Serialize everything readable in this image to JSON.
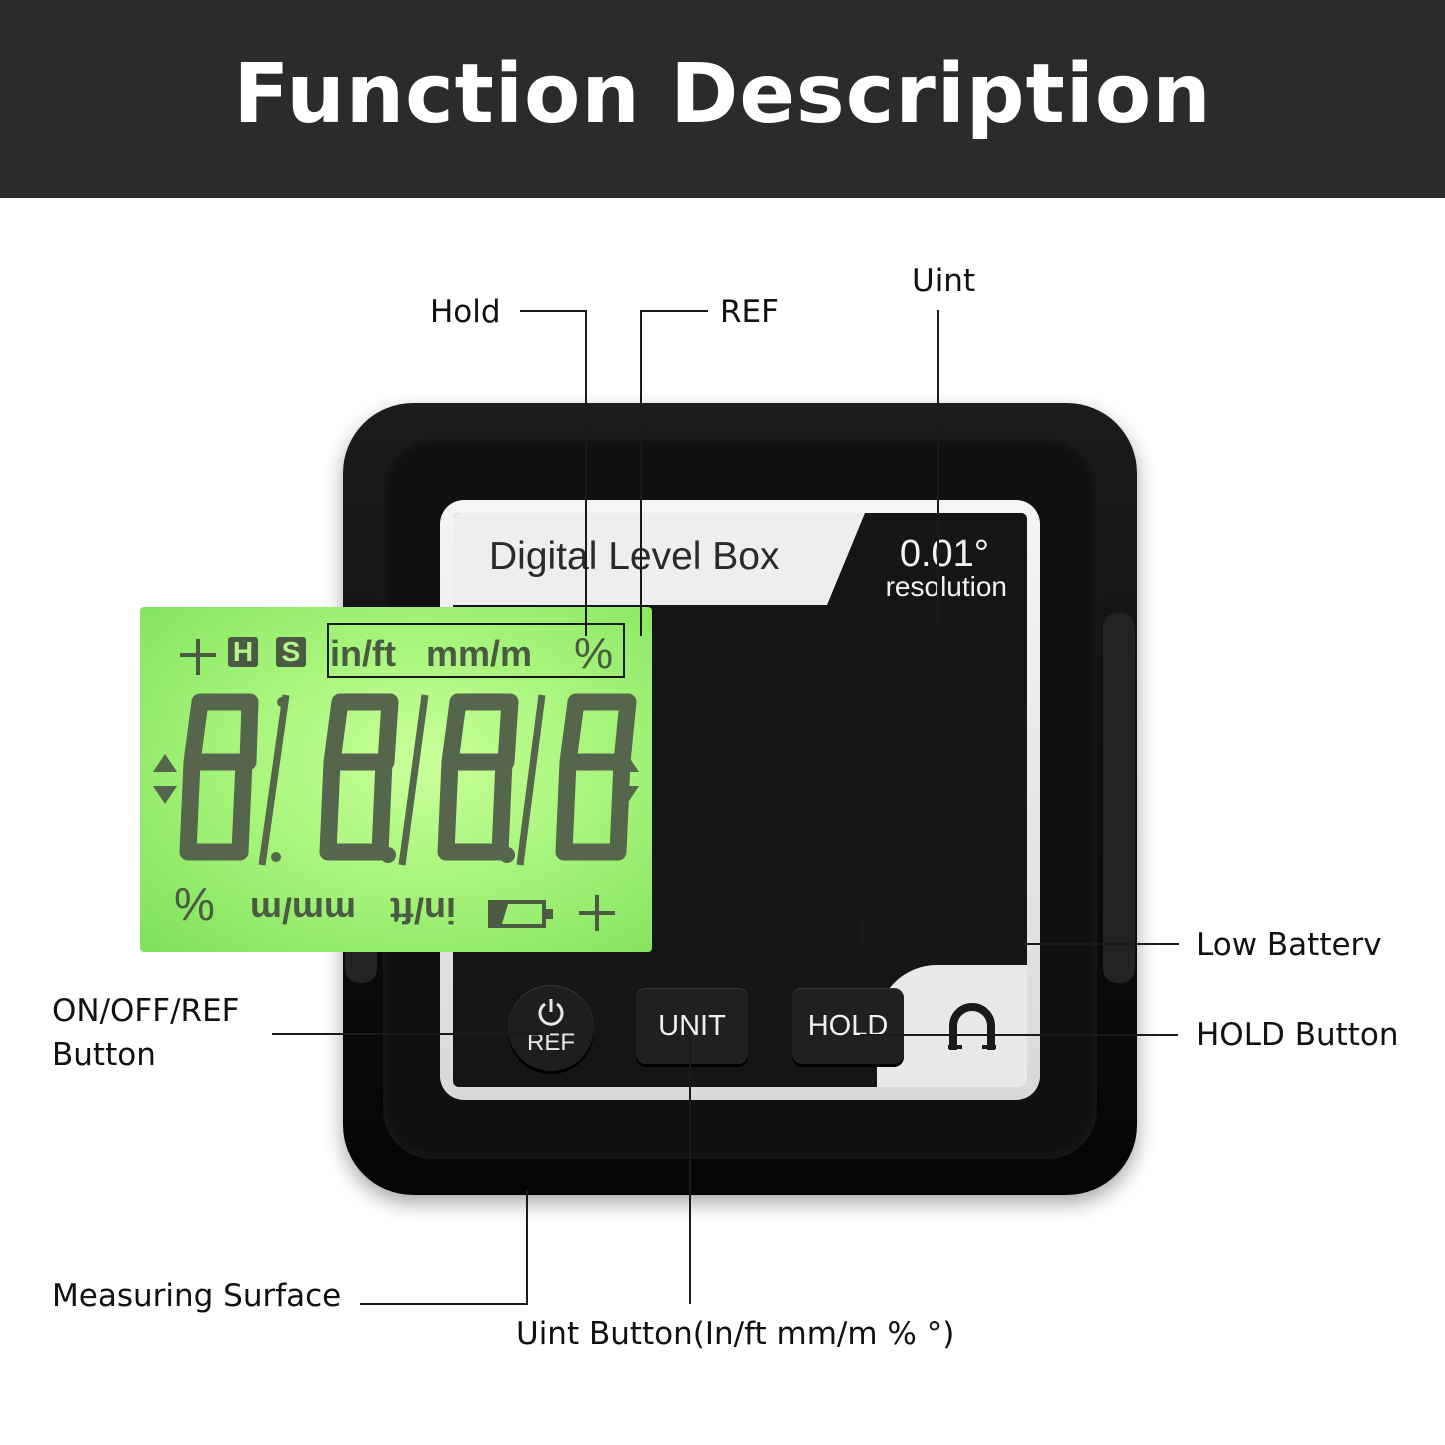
{
  "header": {
    "title": "Function Description"
  },
  "callouts": {
    "hold": "Hold",
    "ref": "REF",
    "unit": "Uint",
    "low_battery": "Low Batterv",
    "on_off_ref_line1": "ON/OFF/REF",
    "on_off_ref_line2": "Button",
    "hold_button": "HOLD Button",
    "measuring_surface": "Measuring Surface",
    "unit_button": "Uint Button(In/ft  mm/m %  °)"
  },
  "device": {
    "brand": "Digital Level Box",
    "resolution_value": "0.01°",
    "resolution_word": "resolution",
    "buttons": {
      "ref": "REF",
      "unit": "UNIT",
      "hold": "HOLD"
    }
  },
  "lcd": {
    "top_row": {
      "hold_badge": "H",
      "ref_badge": "S",
      "unit_inft": "in/ft",
      "unit_mmm": "mm/m",
      "unit_pct": "%"
    },
    "bottom_row": {
      "pct": "%",
      "mmm": "mm/m",
      "inft": "in/ft"
    },
    "digits": "8.8.8.8",
    "colors": {
      "background": "#a8f57c",
      "segment": "#4a5a43"
    }
  },
  "icons": [
    "power-icon",
    "magnet-icon",
    "battery-icon",
    "level-cross-icon",
    "arrow-up-icon",
    "arrow-down-icon"
  ]
}
